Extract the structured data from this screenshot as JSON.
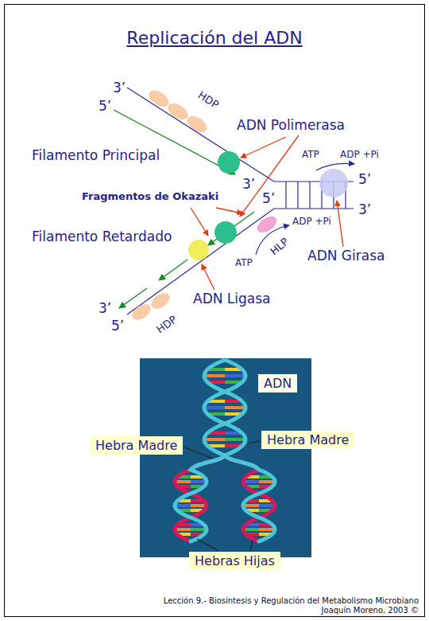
{
  "diagram": {
    "title": "Replicación del ADN",
    "nodes": [
      {
        "text": [
          "ADN"
        ]
      },
      {
        "text": [
          "Hebra Madre"
        ]
      },
      {
        "text": [
          "Hebra Madre"
        ]
      },
      {
        "text": [
          "Hebras Hijas"
        ]
      }
    ],
    "labels": [
      "3’",
      "5’",
      "HDP",
      "ADN Polimerasa",
      "Filamento Principal",
      "3’",
      "ATP",
      "ADP +Pi",
      "5’",
      "3’",
      "Fragmentos de Okazaki",
      "5’",
      "Filamento Retardado",
      "ADP +Pi",
      "HLP",
      "ATP",
      "ADN Girasa",
      "ADN Ligasa",
      "3’",
      "5’",
      "HDP",
      "Lección 9.- Biosíntesis y Regulación del Metabolismo Microbiano",
      "Joaquín Moreno, 2003 ©"
    ]
  }
}
